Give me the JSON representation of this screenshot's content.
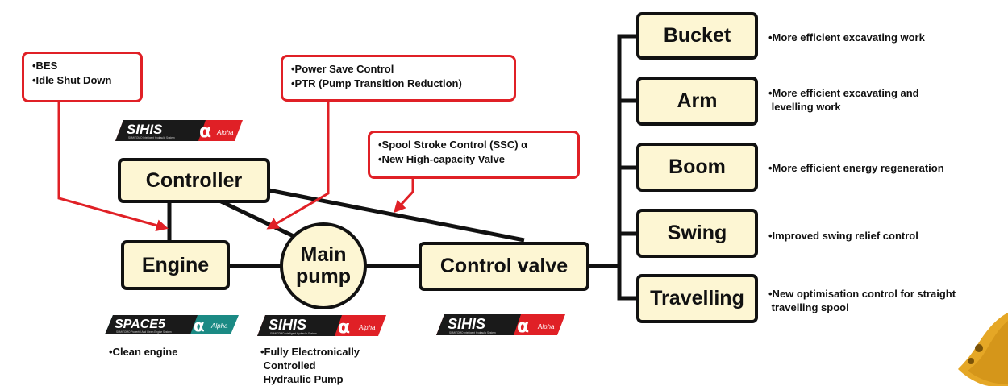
{
  "nodes": {
    "controller": "Controller",
    "engine": "Engine",
    "main_pump_line1": "Main",
    "main_pump_line2": "pump",
    "control_valve": "Control valve",
    "bucket": "Bucket",
    "arm": "Arm",
    "boom": "Boom",
    "swing": "Swing",
    "travelling": "Travelling"
  },
  "callouts": {
    "engine_features": [
      "•BES",
      "•Idle Shut Down"
    ],
    "pump_features": [
      "•Power Save Control",
      "•PTR (Pump Transition Reduction)"
    ],
    "valve_features": [
      "•Spool Stroke Control (SSC) α",
      "•New High-capacity Valve"
    ]
  },
  "benefits": {
    "bucket": [
      "•More efficient excavating work"
    ],
    "arm": [
      "•More efficient excavating and",
      " levelling work"
    ],
    "boom": [
      "•More efficient energy regeneration"
    ],
    "swing": [
      "•Improved swing relief control"
    ],
    "travelling": [
      "•New optimisation control for straight",
      " travelling spool"
    ]
  },
  "notes": {
    "engine": "•Clean engine",
    "pump": [
      "•Fully Electronically",
      " Controlled",
      " Hydraulic Pump"
    ]
  },
  "badges": {
    "sihis_word": "SIHIS",
    "space_word": "SPACE5",
    "alpha_symbol": "α",
    "alpha_word": "Alpha",
    "sihis_sub": "SUMITOMO Intelligent Hydraulic System",
    "space_sub": "SUMITOMO Powerful And Clean Engine System"
  },
  "colors": {
    "callout_border": "#e02026",
    "node_fill": "#fdf6d3",
    "badge_dark": "#1a1a1a",
    "badge_red": "#e02026",
    "badge_teal": "#1b8a84"
  }
}
